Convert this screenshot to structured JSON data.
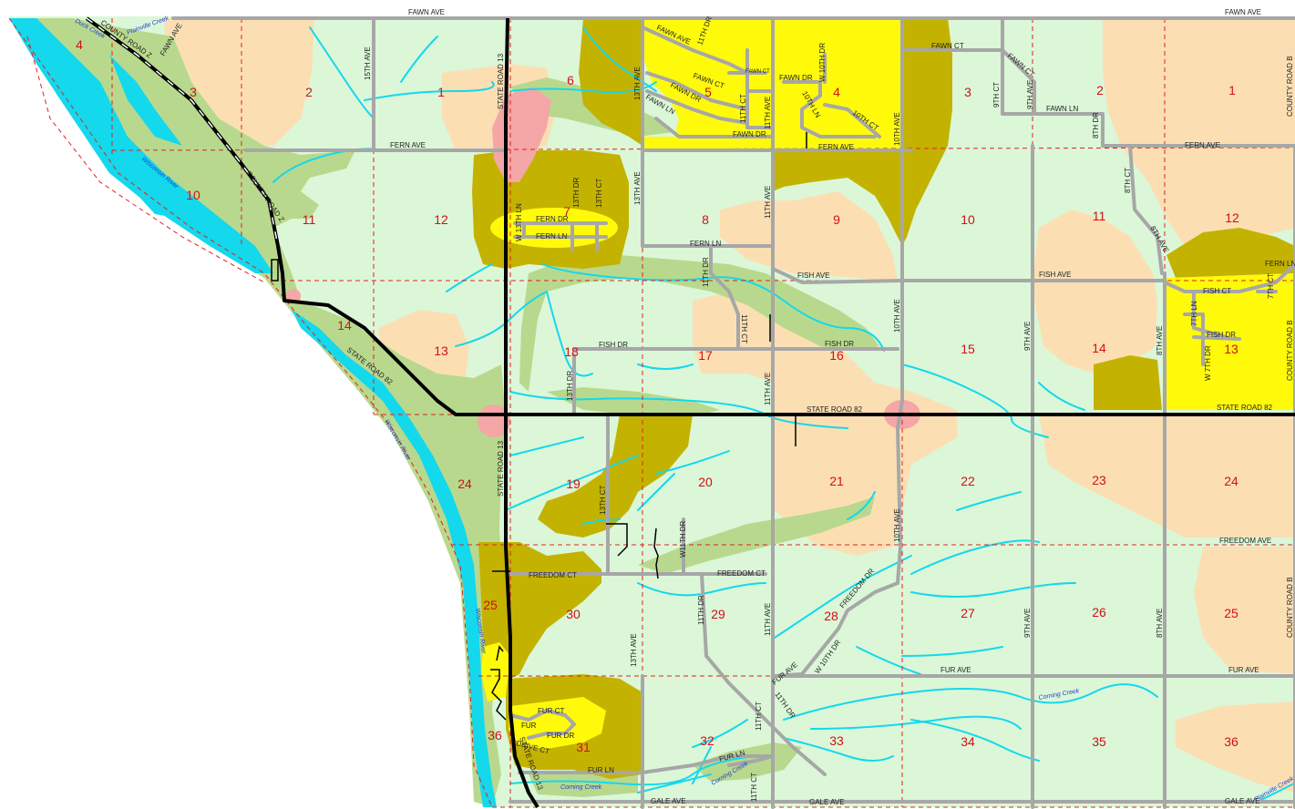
{
  "colors": {
    "background": "#ffffff",
    "light_green": "#dbf7d8",
    "tan": "#fbdfb3",
    "olive": "#c3b300",
    "sage": "#b8d98d",
    "yellow": "#fffa0a",
    "pink": "#f5a6a6",
    "water": "#14d8ec",
    "road": "#a7a7a7",
    "highway": "#000000",
    "section_number": "#d0101a",
    "grid": "#e02020"
  },
  "sections": [
    "1",
    "2",
    "3",
    "4",
    "5",
    "6",
    "7",
    "8",
    "9",
    "10",
    "11",
    "12",
    "13",
    "14",
    "15",
    "16",
    "17",
    "18",
    "19",
    "20",
    "21",
    "22",
    "23",
    "24",
    "25",
    "26",
    "27",
    "28",
    "29",
    "30",
    "31",
    "32",
    "33",
    "34",
    "35",
    "36"
  ],
  "west_sections": [
    "4",
    "3",
    "2",
    "1",
    "6",
    "10",
    "11",
    "12",
    "7",
    "8",
    "9",
    "14",
    "13",
    "18",
    "17",
    "16",
    "24",
    "19",
    "20",
    "21",
    "25",
    "30",
    "29",
    "28",
    "36",
    "31",
    "32",
    "33"
  ],
  "east_sections": [
    "3",
    "2",
    "1",
    "10",
    "11",
    "12",
    "15",
    "14",
    "13",
    "22",
    "23",
    "24",
    "27",
    "26",
    "25",
    "34",
    "35",
    "36"
  ],
  "road_labels": {
    "fawn_ave_w": "FAWN AVE",
    "fawn_ave_e": "FAWN AVE",
    "fern_ave_w": "FERN AVE",
    "fern_ave_mid": "FERN AVE",
    "fern_ave_e": "FERN AVE",
    "fish_ave_mid": "FISH AVE",
    "fish_ave_e": "FISH AVE",
    "state_road_82": "STATE ROAD 82",
    "state_road_82_e": "STATE ROAD 82",
    "freedom_ave": "FREEDOM AVE",
    "fur_ave_mid": "FUR AVE",
    "fur_ave_e": "FUR AVE",
    "gale_ave_w": "GALE AVE",
    "gale_ave_mid": "GALE AVE",
    "gale_ave_e": "GALE AVE",
    "county_road_z": "COUNTY ROAD Z",
    "county_road_z_2": "COUNTY ROAD Z",
    "fawn_ave_nw": "FAWN AVE",
    "state_road_13_n": "STATE ROAD 13",
    "state_road_13_mid": "STATE ROAD 13",
    "state_road_13_s": "STATE ROAD 13",
    "state_road_82_diag": "STATE ROAD 82",
    "ave_15th": "15TH AVE",
    "ave_13th_n": "13TH AVE",
    "ave_13th_mid": "13TH AVE",
    "ave_13th_s": "13TH AVE",
    "ave_11th_n": "11TH AVE",
    "ave_11th_mid": "11TH AVE",
    "ave_11th_s": "11TH AVE",
    "ave_10th_n": "10TH AVE",
    "ave_10th_mid": "10TH AVE",
    "ave_10th_s": "10TH AVE",
    "ave_9th_n": "9TH AVE",
    "ave_9th_mid": "9TH AVE",
    "ave_9th_s": "9TH AVE",
    "ave_8th_n": "8TH AVE",
    "ave_8th_mid": "8TH AVE",
    "ave_8th_s": "8TH AVE",
    "county_road_b_n": "COUNTY ROAD B",
    "county_road_b_mid": "COUNTY ROAD B",
    "county_road_b_s": "COUNTY ROAD B",
    "fawn_ave_ne": "FAWN AVE",
    "dr_11th": "11TH DR",
    "fawn_ct": "FAWN CT",
    "fawn_ct_small": "FAWN CT",
    "fawn_dr": "FAWN DR",
    "fawn_dr_2": "FAWN DR",
    "fawn_dr_3": "FAWN DR",
    "fawn_ln": "FAWN LN",
    "ct_11th": "11TH CT",
    "w_10th_dr": "W 10TH DR",
    "ln_10th": "10TH LN",
    "ct_10th": "10TH CT",
    "fawn_ct_e": "FAWN CT",
    "fawn_ct_e2": "FAWN CT",
    "ct_9th": "9TH CT",
    "fawn_ln_e": "FAWN LN",
    "dr_8th": "8TH DR",
    "ct_8th": "8TH CT",
    "fern_dr": "FERN DR",
    "fern_ln": "FERN LN",
    "w_13th_ln": "W 13TH LN",
    "dr_13th": "13TH DR",
    "ct_13th": "13TH CT",
    "fern_ln_2": "FERN LN",
    "dr_11th_b": "11TH DR",
    "ct_11th_b": "11TH CT",
    "fish_dr": "FISH DR",
    "fish_dr_2": "FISH DR",
    "dr_13th_b": "13TH DR",
    "fern_ln_e": "FERN LN",
    "fish_ct": "FISH CT",
    "ct_7th": "7TH CT",
    "ln_7th": "7TH LN",
    "fish_dr_e": "FISH DR",
    "w_7th_dr": "W 7TH DR",
    "ct_13th_b": "13TH CT",
    "w_11th_dr": "W11TH DR",
    "freedom_ct": "FREEDOM CT",
    "freedom_ct_2": "FREEDOM CT",
    "dr_11th_c": "11TH DR",
    "freedom_dr": "FREEDOM DR",
    "w_10th_dr_b": "W 10TH DR",
    "fur_ave_w": "FUR AVE",
    "dr_11th_d": "11TH DR",
    "ct_11th_c": "11TH CT",
    "ct_11th_d": "11TH CT",
    "fur_ln": "FUR LN",
    "fur_ln_2": "FUR LN",
    "fur_ct": "FUR CT",
    "fur": "FUR",
    "fur_dr": "FUR DR",
    "drive_ct": "DRIVE CT",
    "ave_8th_n2": "8TH AVE"
  },
  "water_labels": {
    "duck_creek": "Duck Creek",
    "plainville_creek_n": "Plainville Creek",
    "wisconsin_river_1": "Wisconsin River",
    "wisconsin_river_2": "Wisconsin River",
    "wisconsin_river_3": "Wisconsin River",
    "corning_creek_1": "Corning Creek",
    "corning_creek_2": "Corning Creek",
    "corning_creek_3": "Corning Creek",
    "plainville_creek_s": "Plainville Creek"
  }
}
